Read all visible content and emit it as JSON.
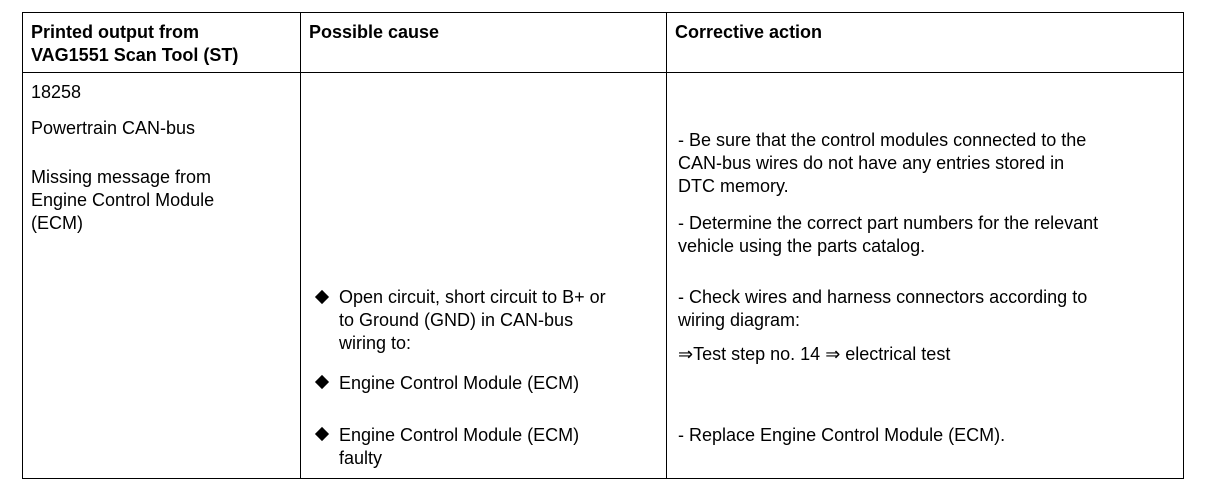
{
  "headers": {
    "col1_line1": "Printed output from",
    "col1_line2": "VAG1551 Scan Tool (ST)",
    "col2": "Possible cause",
    "col3": "Corrective action"
  },
  "printed_output": {
    "code": "18258",
    "system": "Powertrain CAN-bus",
    "message_line1": "Missing message from",
    "message_line2": "Engine Control Module",
    "message_line3": "(ECM)"
  },
  "possible_causes": {
    "cause1_line1": "Open circuit, short circuit to B+ or",
    "cause1_line2": "to Ground (GND) in CAN-bus",
    "cause1_line3": "wiring to:",
    "cause2_line1": "Engine Control Module (ECM)",
    "cause3_line1": "Engine Control Module (ECM)",
    "cause3_line2": "faulty"
  },
  "corrective_actions": {
    "action1_line1": "- Be sure that the control modules connected to the",
    "action1_line2": "CAN-bus wires do not have any entries stored in",
    "action1_line3": "DTC memory.",
    "action2_line1": "- Determine the correct part numbers for the relevant",
    "action2_line2": "vehicle using the parts catalog.",
    "action3_line1": "- Check wires and harness connectors according to",
    "action3_line2": "wiring diagram:",
    "action3_link_prefix": "⇒",
    "action3_link_text": "Test step no. 14",
    "action3_link_sep": " ⇒ ",
    "action3_link_suffix": "electrical test",
    "action4_line1": "- Replace Engine Control Module (ECM)."
  }
}
